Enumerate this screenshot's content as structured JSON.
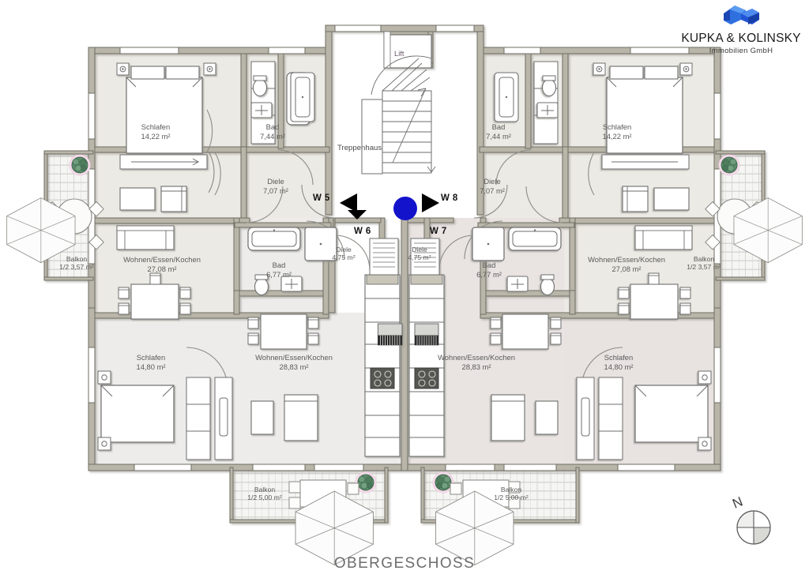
{
  "document": {
    "title": "OBERGESCHOSS",
    "sheet_type": "floor-plan"
  },
  "branding": {
    "company": "KUPKA & KOLINSKY",
    "subtitle": "Immobilien GmbH",
    "logo_icon": "blue-house-logo-icon",
    "logo_color": "#1f4fd8",
    "logo_color_light": "#3a7ae8",
    "logo_color_dark": "#133a9e"
  },
  "compass": {
    "north_label": "N",
    "icon": "compass-rose-icon"
  },
  "units": [
    {
      "id": "w5",
      "label": "W 5"
    },
    {
      "id": "w6",
      "label": "W 6"
    },
    {
      "id": "w7",
      "label": "W 7"
    },
    {
      "id": "w8",
      "label": "W 8"
    }
  ],
  "markers": {
    "position_dot_color": "#1313cc",
    "arrow_color": "#000000",
    "arrow_left": "arrow-left-icon",
    "arrow_right": "arrow-right-icon",
    "arrow_down": "arrow-down-icon"
  },
  "core": {
    "lift_label": "Lift",
    "stairwell_label": "Treppenhaus"
  },
  "rooms": [
    {
      "id": "tl-schlafen",
      "name": "Schlafen",
      "area": "14,22 m²"
    },
    {
      "id": "tl-bad",
      "name": "Bad",
      "area": "7,44 m²"
    },
    {
      "id": "tl-diele",
      "name": "Diele",
      "area": "7,07 m²"
    },
    {
      "id": "tl-wohnen",
      "name": "Wohnen/Essen/Kochen",
      "area": "27,08 m²"
    },
    {
      "id": "tr-schlafen",
      "name": "Schlafen",
      "area": "14,22 m²"
    },
    {
      "id": "tr-bad",
      "name": "Bad",
      "area": "7,44 m²"
    },
    {
      "id": "tr-diele",
      "name": "Diele",
      "area": "7,07 m²"
    },
    {
      "id": "tr-wohnen",
      "name": "Wohnen/Essen/Kochen",
      "area": "27,08 m²"
    },
    {
      "id": "bl-diele",
      "name": "Diele",
      "area": "4,75 m²"
    },
    {
      "id": "bl-bad",
      "name": "Bad",
      "area": "6,77 m²"
    },
    {
      "id": "bl-schlafen",
      "name": "Schlafen",
      "area": "14,80 m²"
    },
    {
      "id": "bl-wohnen",
      "name": "Wohnen/Essen/Kochen",
      "area": "28,83 m²"
    },
    {
      "id": "br-diele",
      "name": "Diele",
      "area": "4,75 m²"
    },
    {
      "id": "br-bad",
      "name": "Bad",
      "area": "6,77 m²"
    },
    {
      "id": "br-schlafen",
      "name": "Schlafen",
      "area": "14,80 m²"
    },
    {
      "id": "br-wohnen",
      "name": "Wohnen/Essen/Kochen",
      "area": "28,83 m²"
    }
  ],
  "balconies": [
    {
      "id": "bal-left",
      "name": "Balkon",
      "area": "1/2 3,57 m²"
    },
    {
      "id": "bal-right",
      "name": "Balkon",
      "area": "1/2 3,57 m²"
    },
    {
      "id": "bal-bottom-left",
      "name": "Balkon",
      "area": "1/2 5,00 m²"
    },
    {
      "id": "bal-bottom-right",
      "name": "Balkon",
      "area": "1/2 5,00 m²"
    }
  ],
  "palette": {
    "wall_fill": "#b8b5a8",
    "wall_stroke": "#6f6d63",
    "room_fill_light": "#ebebe6",
    "room_fill_warm": "#e6e1de",
    "furniture_stroke": "#6d6d6d",
    "furniture_fill": "#ffffff",
    "balcony_tile": "#f4f4f2",
    "balcony_line": "#c9c9c4",
    "plant_green": "#4e7a5e",
    "plant_pink": "#f2d4e4",
    "text": "#5a5a5a"
  }
}
